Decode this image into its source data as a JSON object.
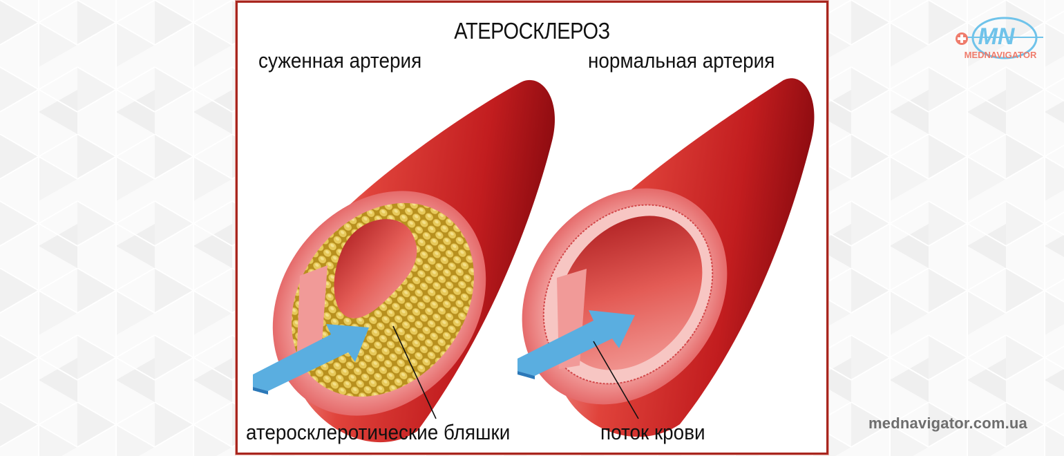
{
  "diagram": {
    "title": "АТЕРОСКЛЕРОЗ",
    "labels": {
      "narrowed_artery": "суженная артерия",
      "normal_artery": "нормальная артерия",
      "plaques": "атеросклеротические бляшки",
      "blood_flow": "поток крови"
    },
    "frame_color": "#a8261e",
    "colors": {
      "artery_dark": "#9e0f12",
      "artery_mid": "#d93a35",
      "artery_light": "#f4a9a8",
      "plaque": "#e2c052",
      "arrow": "#5aaee0"
    }
  },
  "branding": {
    "logo_letters": "MN",
    "logo_name": "MEDNAVIGATOR",
    "website": "mednavigator.com.ua",
    "logo_blue": "#6fc3ea",
    "logo_coral": "#ef7c6c"
  }
}
